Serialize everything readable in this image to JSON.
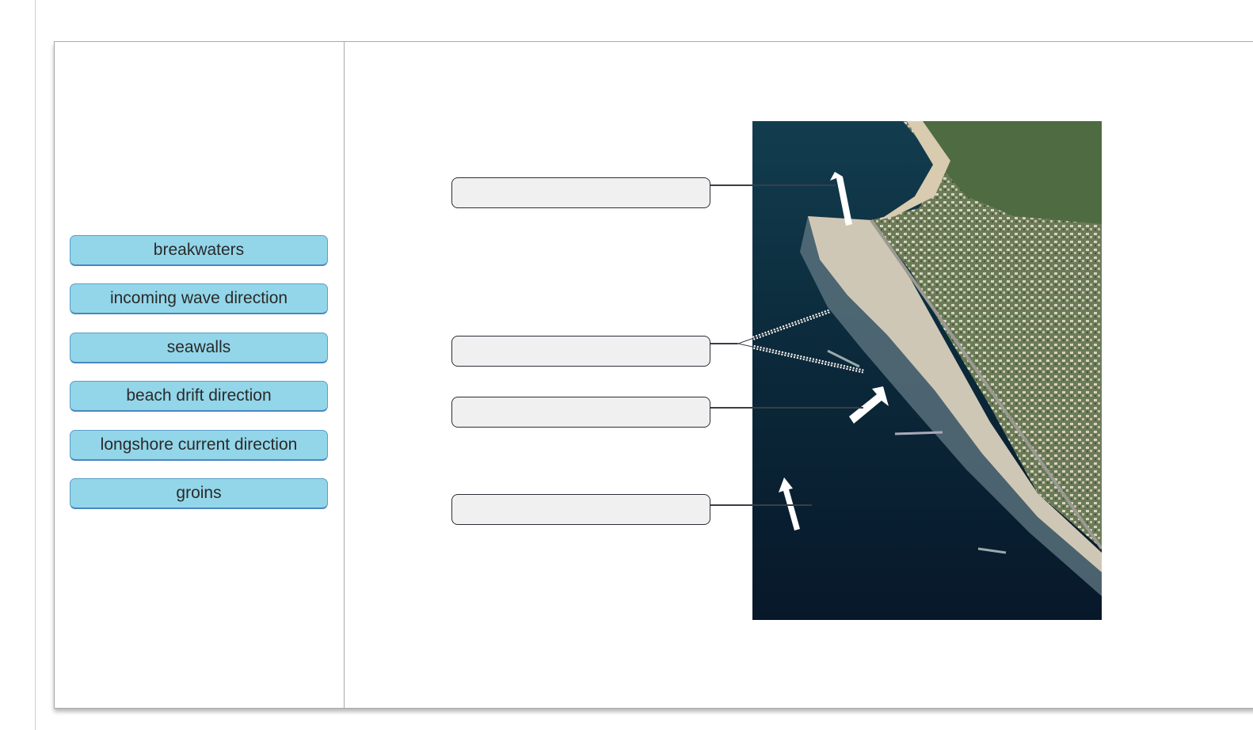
{
  "label_bank": {
    "items": [
      {
        "id": "breakwaters",
        "label": "breakwaters"
      },
      {
        "id": "incoming-wave-direction",
        "label": "incoming wave direction"
      },
      {
        "id": "seawalls",
        "label": "seawalls"
      },
      {
        "id": "beach-drift-direction",
        "label": "beach drift direction"
      },
      {
        "id": "longshore-current-direction",
        "label": "longshore current direction"
      },
      {
        "id": "groins",
        "label": "groins"
      }
    ]
  },
  "drop_targets": [
    {
      "id": "target-1",
      "value": ""
    },
    {
      "id": "target-2",
      "value": ""
    },
    {
      "id": "target-3",
      "value": ""
    },
    {
      "id": "target-4",
      "value": ""
    }
  ],
  "colors": {
    "chip_fill": "#93d6e9",
    "chip_border": "#4a86c0",
    "drop_fill": "#eff0ef",
    "ocean": "#0b2a3a",
    "land": "#5f7a4c"
  }
}
